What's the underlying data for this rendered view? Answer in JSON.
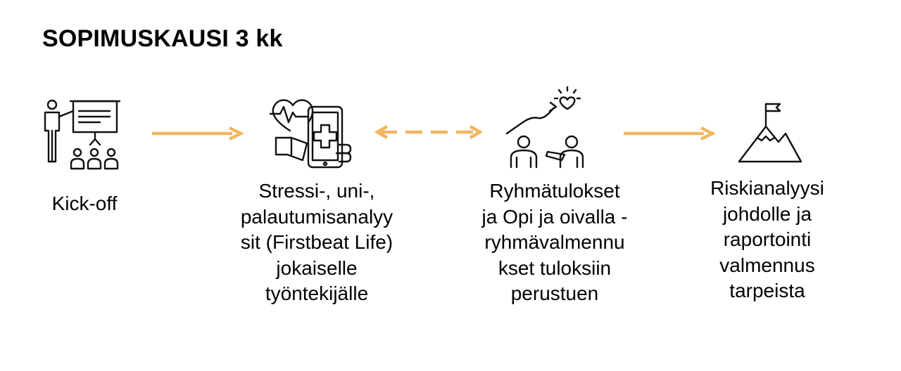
{
  "title": "SOPIMUSKAUSI 3 kk",
  "accent_color": "#F0B661",
  "steps": [
    {
      "icon": "presentation-icon",
      "label": "Kick-off"
    },
    {
      "icon": "health-app-icon",
      "label": "Stressi-, uni-,\npalautumisanalyy\nsit (Firstbeat Life)\njokaiselle\ntyöntekijälle"
    },
    {
      "icon": "group-coaching-icon",
      "label": "Ryhmätulokset\nja Opi ja oivalla -\nryhmävalmennu\nkset tuloksiin\nperustuen"
    },
    {
      "icon": "mountain-flag-icon",
      "label": "Riskianalyysi\njohdolle ja\nraportointi\nvalmennus\ntarpeista"
    }
  ],
  "connectors": [
    {
      "style": "solid",
      "direction": "forward"
    },
    {
      "style": "dashed",
      "direction": "both"
    },
    {
      "style": "solid",
      "direction": "forward"
    }
  ]
}
